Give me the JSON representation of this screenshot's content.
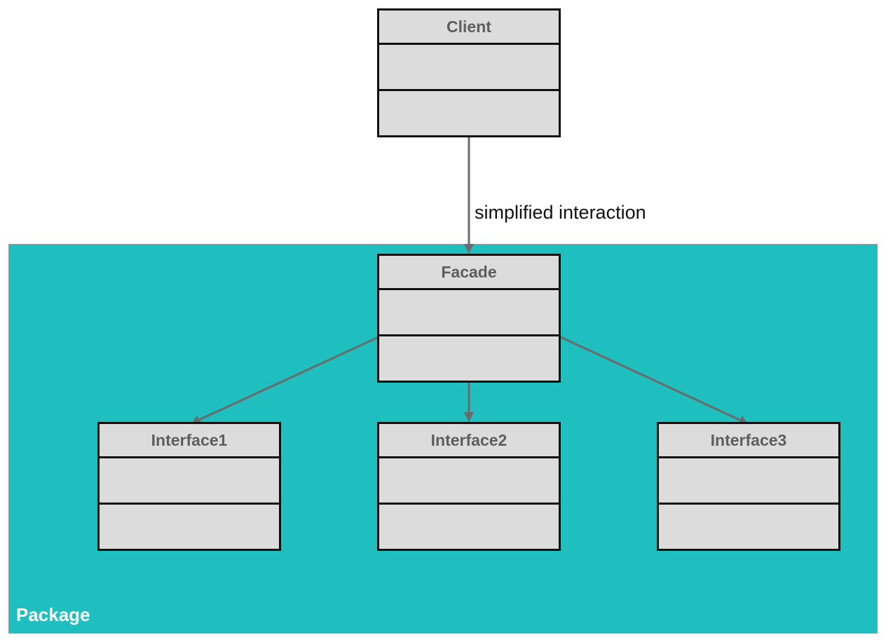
{
  "colors": {
    "package_fill": "#1fbfbf",
    "class_fill": "#dcdcdc",
    "class_border": "#111111",
    "class_name_text": "#5e5e5e",
    "arrow": "#6b6b6b",
    "package_label_text": "#ffffff"
  },
  "package": {
    "label": "Package"
  },
  "classes": {
    "client": {
      "name": "Client"
    },
    "facade": {
      "name": "Facade"
    },
    "interface1": {
      "name": "Interface1"
    },
    "interface2": {
      "name": "Interface2"
    },
    "interface3": {
      "name": "Interface3"
    }
  },
  "relations": {
    "client_to_facade": {
      "label": "simplified interaction"
    }
  }
}
